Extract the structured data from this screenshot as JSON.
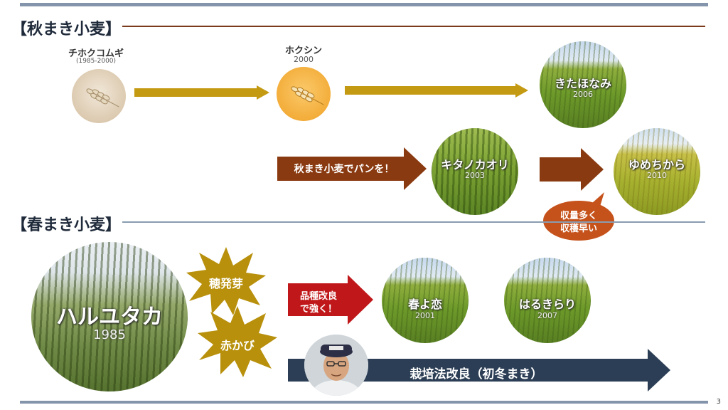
{
  "autumn": {
    "title": "【秋まき小麦】",
    "chihoku": {
      "name": "チホクコムギ",
      "years": "(1985-2000)"
    },
    "hokushin": {
      "name": "ホクシン",
      "year": "2000"
    },
    "kitahanami": {
      "name": "きたほなみ",
      "year": "2006"
    },
    "kitanokaori": {
      "name": "キタノカオリ",
      "year": "2003"
    },
    "yumechikara": {
      "name": "ゆめちから",
      "year": "2010"
    },
    "bread_arrow": "秋まき小麦でパンを！",
    "yield_bubble": {
      "line1": "収量多く",
      "line2": "収穫早い"
    }
  },
  "spring": {
    "title": "【春まき小麦】",
    "haruyutaka": {
      "name": "ハルユタカ",
      "year": "1985"
    },
    "burst1": "穂発芽",
    "burst2": "赤かび",
    "improve_arrow": {
      "line1": "品種改良",
      "line2": "で強く！"
    },
    "harunokoi": {
      "name": "春よ恋",
      "year": "2001"
    },
    "harukirari": {
      "name": "はるきらり",
      "year": "2007"
    },
    "cultivation_arrow": "栽培法改良（初冬まき）"
  },
  "page_number": "3",
  "colors": {
    "gold_arrow": "#c49a12",
    "brown_arrow": "#8a3a10",
    "red_arrow": "#c0181a",
    "navy_arrow": "#2c3e55",
    "burst": "#b8900c"
  },
  "icons": [
    "wheat-ear-icon",
    "farmer-photo"
  ]
}
